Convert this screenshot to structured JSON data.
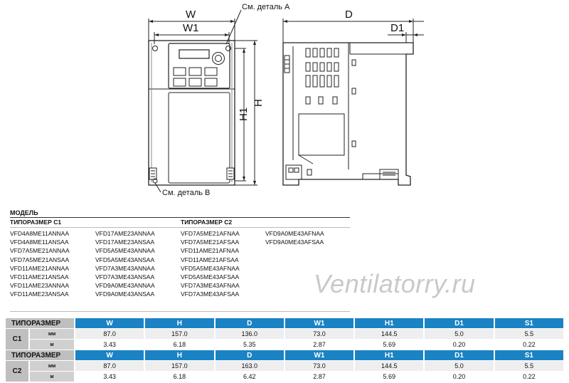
{
  "drawing": {
    "front_labels": {
      "w": "W",
      "w1": "W1",
      "h": "H",
      "h1": "H1"
    },
    "side_labels": {
      "d": "D",
      "d1": "D1"
    },
    "detail_a": "См. деталь А",
    "detail_b": "См. деталь В"
  },
  "models": {
    "title": "МОДЕЛЬ",
    "c1_title": "ТИПОРАЗМЕР С1",
    "c2_title": "ТИПОРАЗМЕР С2",
    "col1": [
      "VFD4A8ME11ANNAA",
      "VFD4A8ME11ANSAA",
      "VFD7A5ME21ANNAA",
      "VFD7A5ME21ANSAA",
      "VFD11AME21ANNAA",
      "VFD11AME21ANSAA",
      "VFD11AME23ANNAA",
      "VFD11AME23ANSAA"
    ],
    "col2": [
      "VFD17AME23ANNAA",
      "VFD17AME23ANSAA",
      "VFD5A5ME43ANNAA",
      "VFD5A5ME43ANSAA",
      "VFD7A3ME43ANNAA",
      "VFD7A3ME43ANSAA",
      "VFD9A0ME43ANNAA",
      "VFD9A0ME43ANSAA"
    ],
    "col3": [
      "VFD7A5ME21AFNAA",
      "VFD7A5ME21AFSAA",
      "VFD11AME21AFNAA",
      "VFD11AME21AFSAA",
      "VFD5A5ME43AFNAA",
      "VFD5A5ME43AFSAA",
      "VFD7A3ME43AFNAA",
      "VFD7A3ME43AFSAA"
    ],
    "col4": [
      "VFD9A0ME43AFNAA",
      "VFD9A0ME43AFSAA"
    ]
  },
  "watermark": "Ventilatorry.ru",
  "table": {
    "header": [
      "ТИПОРАЗМЕР",
      "W",
      "H",
      "D",
      "W1",
      "H1",
      "D1",
      "S1"
    ],
    "blocks": [
      {
        "size": "C1",
        "rows": [
          {
            "unit": "мм",
            "values": [
              "87.0",
              "157.0",
              "136.0",
              "73.0",
              "144.5",
              "5.0",
              "5.5"
            ]
          },
          {
            "unit": "м",
            "values": [
              "3.43",
              "6.18",
              "5.35",
              "2.87",
              "5.69",
              "0.20",
              "0.22"
            ]
          }
        ]
      },
      {
        "size": "C2",
        "rows": [
          {
            "unit": "мм",
            "values": [
              "87.0",
              "157.0",
              "163.0",
              "73.0",
              "144.5",
              "5.0",
              "5.5"
            ]
          },
          {
            "unit": "м",
            "values": [
              "3.43",
              "6.18",
              "6.42",
              "2.87",
              "5.69",
              "0.20",
              "0.22"
            ]
          }
        ]
      }
    ]
  }
}
